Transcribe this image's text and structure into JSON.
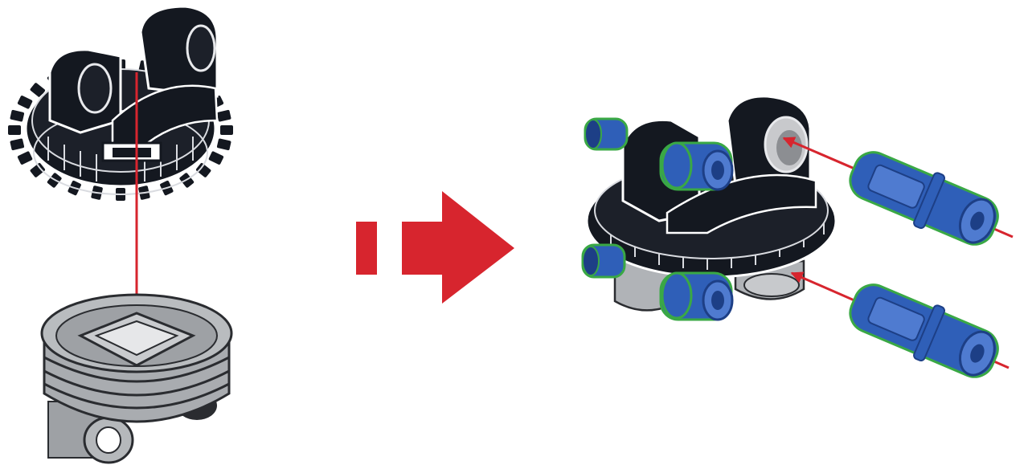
{
  "colors": {
    "black_part": "#141820",
    "gray_part": "#a9acb0",
    "gray_dark": "#808388",
    "blue_pin": "#2f5fb8",
    "blue_dark": "#1d3f86",
    "pin_outline": "#3aa845",
    "guide_arrow": "#d7252e",
    "background": "#ffffff"
  },
  "diagram": {
    "steps": [
      {
        "id": "step-1",
        "parts": [
          "turntable-gear-top-black",
          "turntable-base-gray"
        ],
        "action": "place-gear-on-base"
      },
      {
        "id": "step-2",
        "parts": [
          "assembled-turntable",
          "blue-axle-pins"
        ],
        "action": "insert-pins"
      }
    ],
    "pins_inserted": 4,
    "pins_shown_loose": 2
  }
}
